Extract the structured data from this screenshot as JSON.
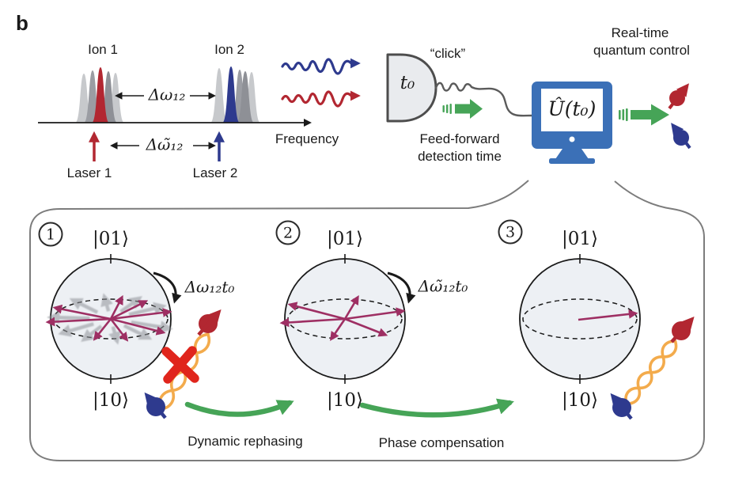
{
  "panel_label": "b",
  "colors": {
    "red": "#b22731",
    "blue": "#2e3a8e",
    "magenta": "#9e2f63",
    "green": "#46a457",
    "computer_blue": "#3b70b7",
    "orange": "#f3ab4c",
    "x_red": "#e0251c",
    "gray_peak_light": "#c7c9cc",
    "gray_peak_mid": "#9b9da3",
    "gray_peak_dark": "#8e9096",
    "sphere_fill": "#edf0f4",
    "detector_fill": "#e9ebee",
    "box_border": "#7c7c7c",
    "text": "#1a1a1a"
  },
  "spectrum": {
    "ion1_label": "Ion 1",
    "ion2_label": "Ion 2",
    "axis_label": "Frequency",
    "delta_omega": "Δω₁₂",
    "delta_omega_tilde": "Δω̃₁₂",
    "laser1_label": "Laser 1",
    "laser2_label": "Laser 2"
  },
  "detection": {
    "detector_time": "t₀",
    "click_label": "“click”",
    "feedforward_line1": "Feed-forward",
    "feedforward_line2": "detection time",
    "computer_display": "Û(t₀)",
    "realtime_line1": "Real-time",
    "realtime_line2": "quantum control"
  },
  "bloch": {
    "steps": [
      {
        "number": "1",
        "top": "|01⟩",
        "bottom": "|10⟩",
        "rotation": "Δω₁₂t₀"
      },
      {
        "number": "2",
        "top": "|01⟩",
        "bottom": "|10⟩",
        "rotation": "Δω̃₁₂t₀"
      },
      {
        "number": "3",
        "top": "|01⟩",
        "bottom": "|10⟩",
        "rotation": ""
      }
    ],
    "rephasing_label": "Dynamic rephasing",
    "compensation_label": "Phase compensation"
  }
}
